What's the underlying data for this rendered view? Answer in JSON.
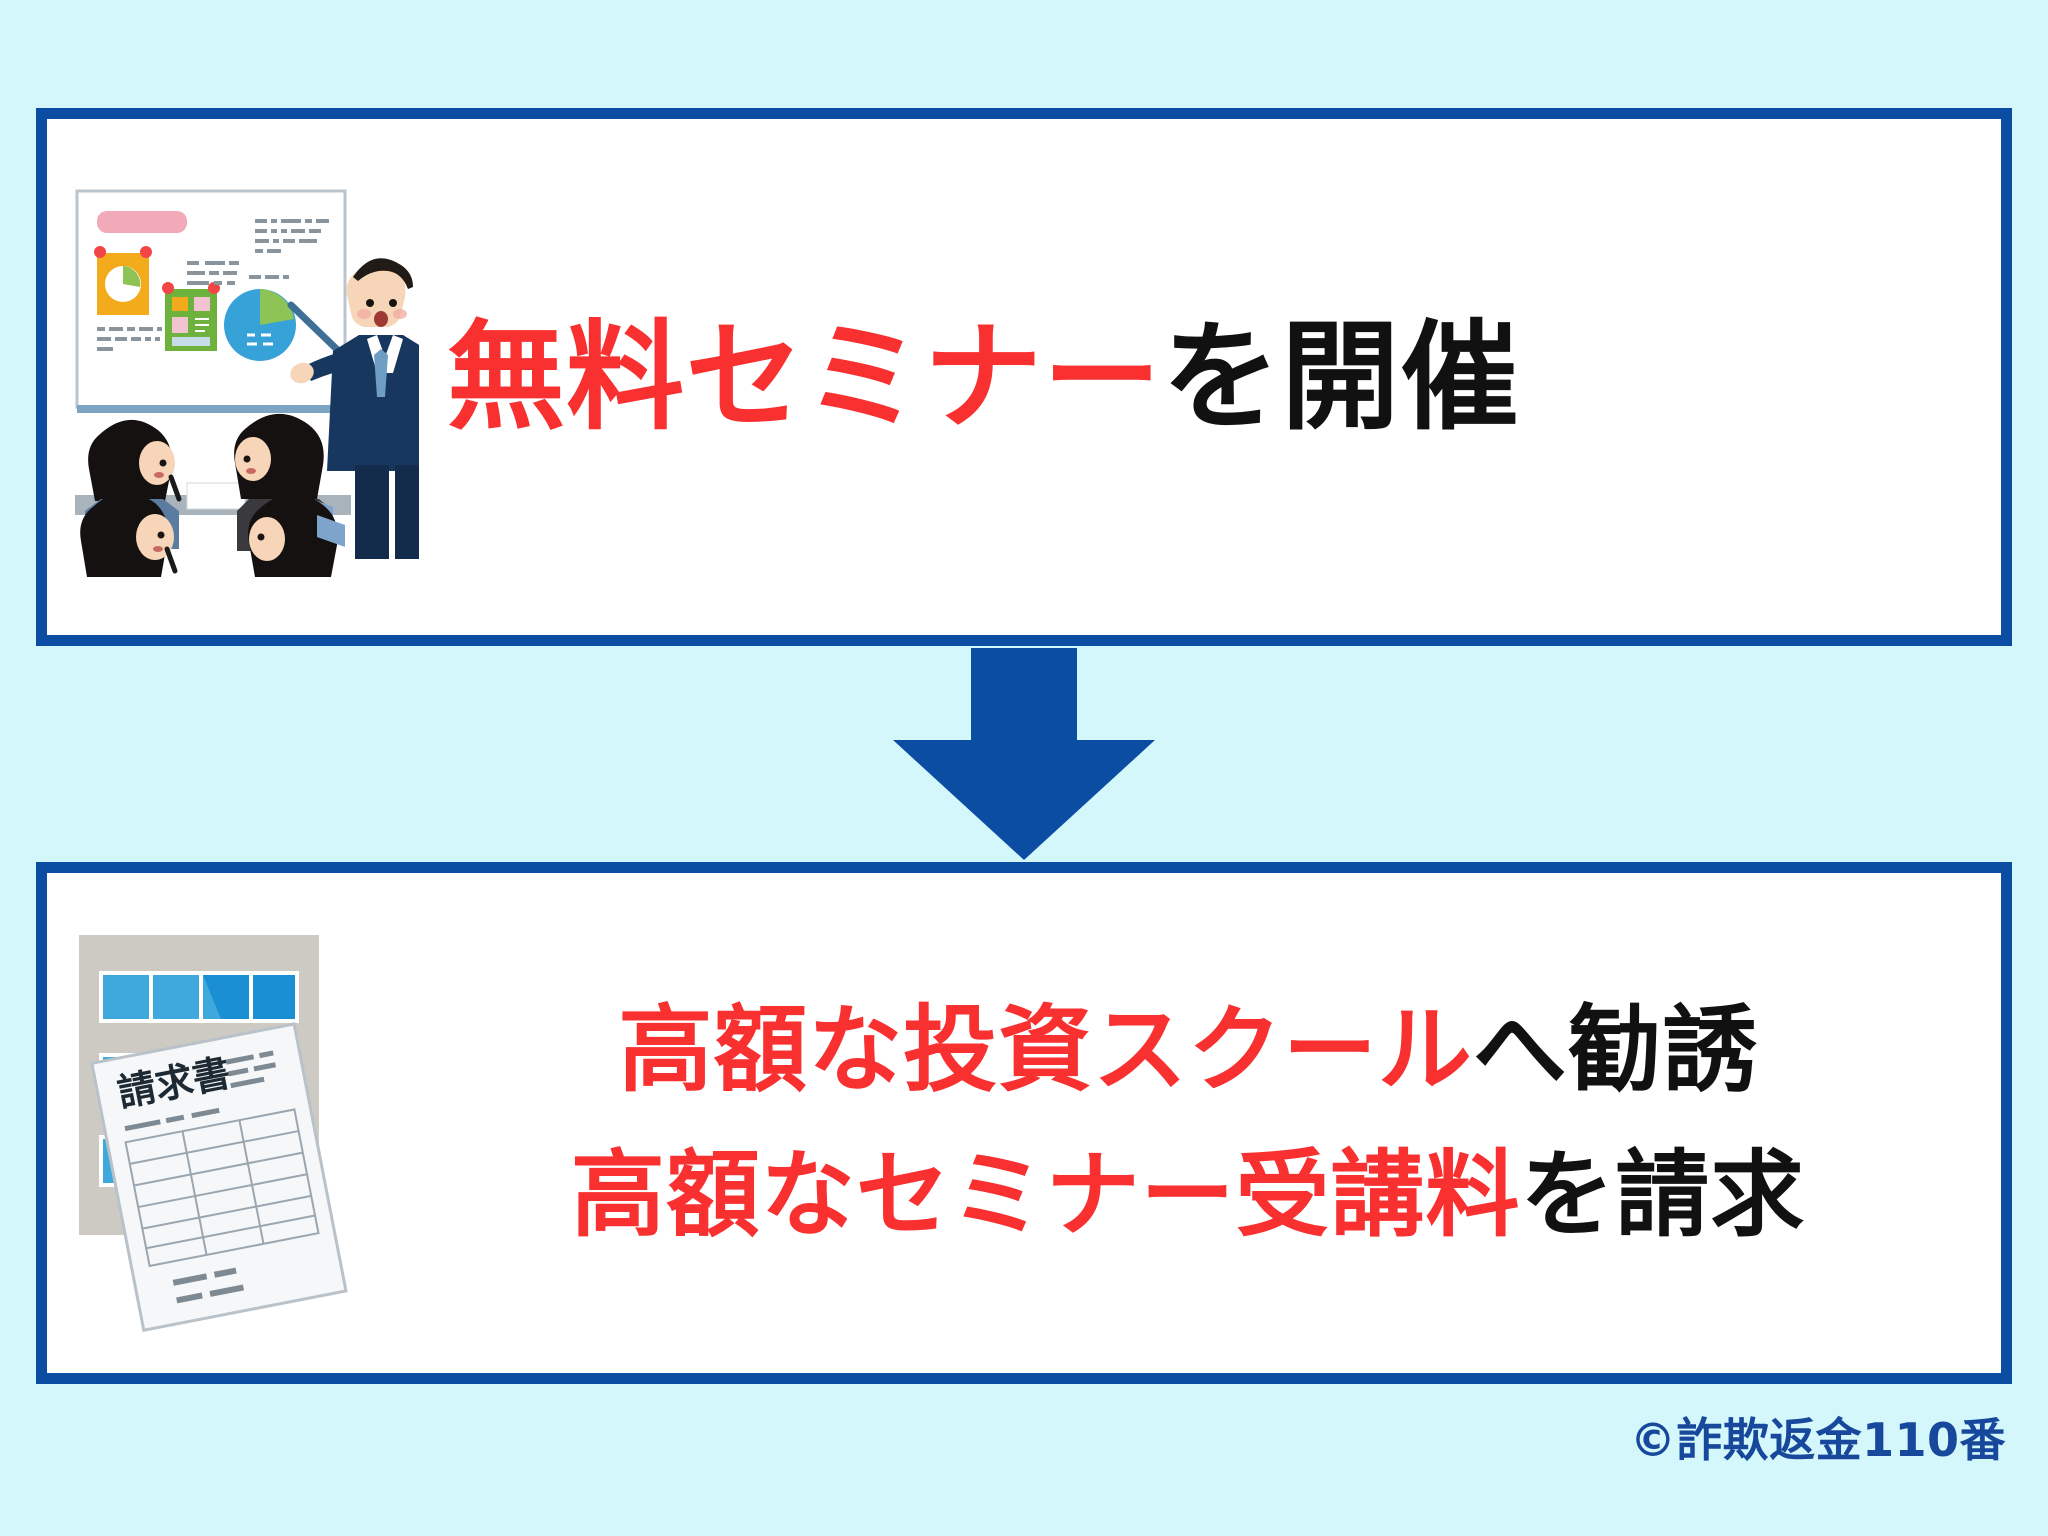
{
  "colors": {
    "background": "#d4f7fc",
    "box_border": "#0b4da2",
    "box_fill": "#ffffff",
    "arrow": "#0b4da2",
    "accent_red": "#f93030",
    "text_black": "#111111",
    "credit_blue": "#17489b"
  },
  "top_box": {
    "illustration_name": "seminar-presentation-illustration",
    "headline": {
      "red_part": "無料セミナー",
      "black_part": "を開催",
      "full": "無料セミナーを開催"
    }
  },
  "arrow": {
    "icon_name": "down-arrow",
    "direction": "down"
  },
  "bottom_box": {
    "illustration_name": "invoice-document-illustration",
    "invoice_label": "請求書",
    "lines": [
      {
        "red_part": "高額な投資スクール",
        "black_part": "へ勧誘",
        "full": "高額な投資スクールへ勧誘"
      },
      {
        "red_part": "高額なセミナー受講料",
        "black_part": "を請求",
        "full": "高額なセミナー受講料を請求"
      }
    ]
  },
  "credit": {
    "text": "©詐欺返金110番"
  }
}
